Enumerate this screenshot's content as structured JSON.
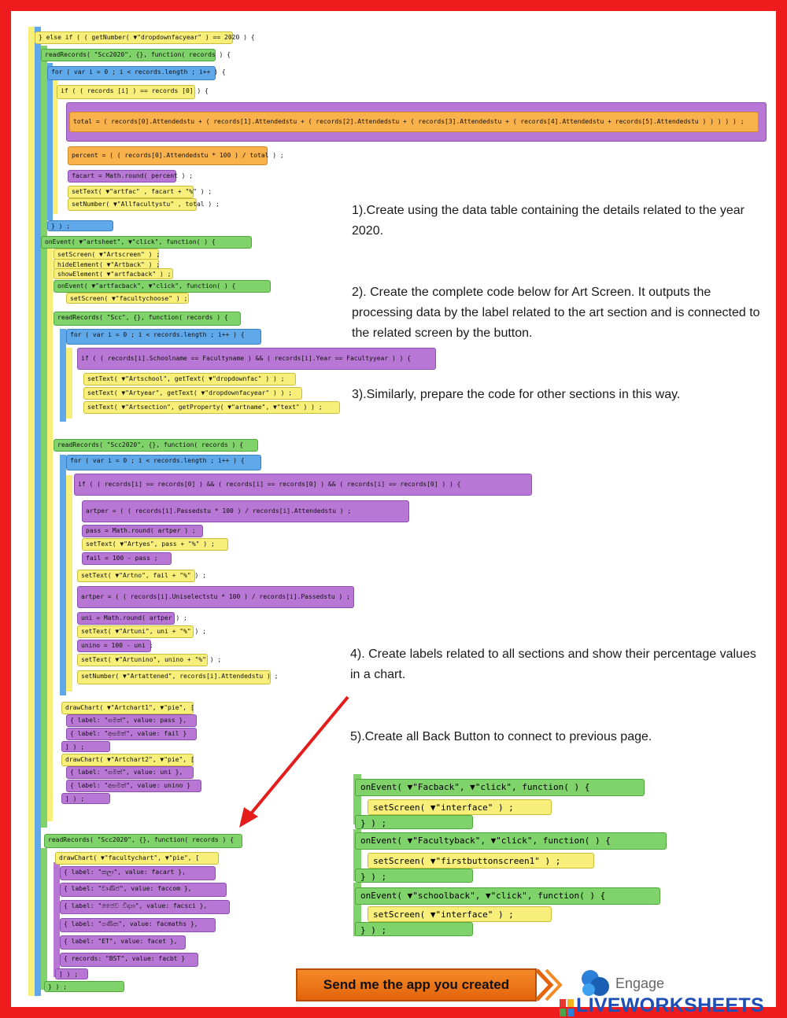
{
  "instructions": [
    "1).Create using the data table containing the details related to the year 2020.",
    "2). Create the complete code below for Art Screen. It outputs the processing data by the label related to the art section and is connected to the related screen by the button.",
    "3).Similarly, prepare the code for other sections in this way.",
    "4). Create labels related to all sections and show their percentage values in a chart.",
    "5).Create all Back Button to connect to previous page."
  ],
  "code_top": {
    "elseif": "} else if ( ( getNumber( ▼\"dropdownfacyear\" ) == 2020 ) {",
    "read1": "readRecords( \"Scc2020\", {}, function( records ) {",
    "for1": "for ( var i = 0 ; i < records.length ; i++ ) {",
    "if1": "if ( ( records [i] ) == records [0] ) {",
    "total": "total = ( records[0].Attendedstu + ( records[1].Attendedstu + ( records[2].Attendedstu + ( records[3].Attendedstu + ( records[4].Attendedstu + records[5].Attendedstu ) ) ) ) ) ;",
    "percent": "percent = ( ( records[0].Attendedstu * 100 ) / total ) ;",
    "facart": "facart = Math.round( percent ) ;",
    "settext_facart": "setText( ▼\"artfac\" , facart + \"%\" ) ;",
    "setnumber_all": "setNumber( ▼\"Allfacultystu\" , total ) ;",
    "close": "} ) ;"
  },
  "code_art": {
    "onevent": "onEvent( ▼\"artsheet\", ▼\"click\", function( ) {",
    "setscreen": "setScreen( ▼\"Artscreen\" ) ;",
    "hide": "hideElement( ▼\"Artback\" ) ;",
    "show": "showElement( ▼\"artfacback\" ) ;",
    "onevent2": "onEvent( ▼\"artfacback\", ▼\"click\", function( ) {",
    "setscreen2": "setScreen( ▼\"facultychoose\" ) ;",
    "read_scc": "readRecords( \"Scc\", {}, function( records ) {",
    "for2": "for ( var i = 0 ; i < records.length ; i++ ) {",
    "if2": "if ( ( records[i].Schoolname == Facultyname ) && ( records[i].Year == Facultyyear ) ) {",
    "st_school": "setText( ▼\"Artschool\", getText( ▼\"dropdownfac\" ) ) ;",
    "st_year": "setText( ▼\"Artyear\", getText( ▼\"dropdownfacyear\" ) ) ;",
    "st_section": "setText( ▼\"Artsection\", getProperty( ▼\"artname\", ▼\"text\" ) ) ;",
    "read_scc2020": "readRecords( \"Scc2020\", {}, function( records ) {",
    "for3": "for ( var i = 0 ; i < records.length ; i++ ) {",
    "if3": "if ( ( records[i] == records[0] ) && ( records[i] == records[0] ) && ( records[i] == records[0] ) ) {",
    "artper": "artper = ( ( records[i].Passedstu * 100 ) / records[i].Attendedstu ) ;",
    "pass": "pass = Math.round( artper ) ;",
    "st_yes": "setText( ▼\"Artyes\", pass + \"%\" ) ;",
    "fail": "fail = 100 - pass ;",
    "st_no": "setText( ▼\"Artno\", fail + \"%\" ) ;",
    "artper2": "artper = ( ( records[i].Uniselectstu * 100 ) / records[i].Passedstu ) ;",
    "uni": "uni = Math.round( artper ) ;",
    "st_uni": "setText( ▼\"Artuni\", uni + \"%\" ) ;",
    "unino": "unino = 100 - uni ;",
    "st_unino": "setText( ▼\"Artunino\", unino + \"%\" ) ;",
    "sn_att": "setNumber( ▼\"Artattened\", records[i].Attendedstu ) ;",
    "chart1": "drawChart( ▼\"Artchart1\", ▼\"pie\", [",
    "c1a": "{ label: \"සමත්\", value: pass },",
    "c1b": "{ label: \"අසමත්\", value: fail }",
    "chart2": "drawChart( ▼\"Artchart2\", ▼\"pie\", [",
    "c2a": "{ label: \"සමත්\", value: uni },",
    "c2b": "{ label: \"අසමත්\", value: unino }",
    "end": "] ) ;"
  },
  "code_bottom": {
    "read": "readRecords( \"Scc2020\", {}, function( records ) {",
    "chart": "drawChart( ▼\"facultychart\", ▼\"pie\", [",
    "l1": "{ label: \"කලා\", value: facart },",
    "l2": "{ label: \"වාණිජ\", value: faccom },",
    "l3": "{ label: \"ජෛව විද්‍යා\", value: facsci },",
    "l4": "{ label: \"ගණිත\", value: facmaths },",
    "l5": "{ label: \"ET\", value: facet },",
    "l6": "{ records: \"BST\", value: facbt }",
    "end": "] ) ;"
  },
  "back_code": [
    {
      "onevent": "onEvent( ▼\"Facback\",  ▼\"click\",  function( ) {",
      "setscreen": "setScreen( ▼\"interface\" ) ;",
      "close": "} ) ;"
    },
    {
      "onevent": "onEvent( ▼\"Facultyback\",  ▼\"click\",  function( ) {",
      "setscreen": "setScreen( ▼\"firstbuttonscreen1\" ) ;",
      "close": "} ) ;"
    },
    {
      "onevent": "onEvent( ▼\"schoolback\",  ▼\"click\",  function( ) {",
      "setscreen": "setScreen( ▼\"interface\" ) ;",
      "close": "} ) ;"
    }
  ],
  "footer": {
    "send_button": "Send me the app you created",
    "engage": "Engage",
    "brand": "LIVEWORKSHEETS"
  },
  "colors": {
    "border": "#ee1c1c",
    "arrow": "#e51c1c",
    "yellow_block": "#f7ef7a",
    "orange_block": "#f9b24b",
    "green_block": "#7fd36a",
    "purple_block": "#b877d4",
    "blue_block": "#5fa8ea",
    "send_button": "#f07a1a",
    "brand_blue": "#1e4fb8"
  }
}
